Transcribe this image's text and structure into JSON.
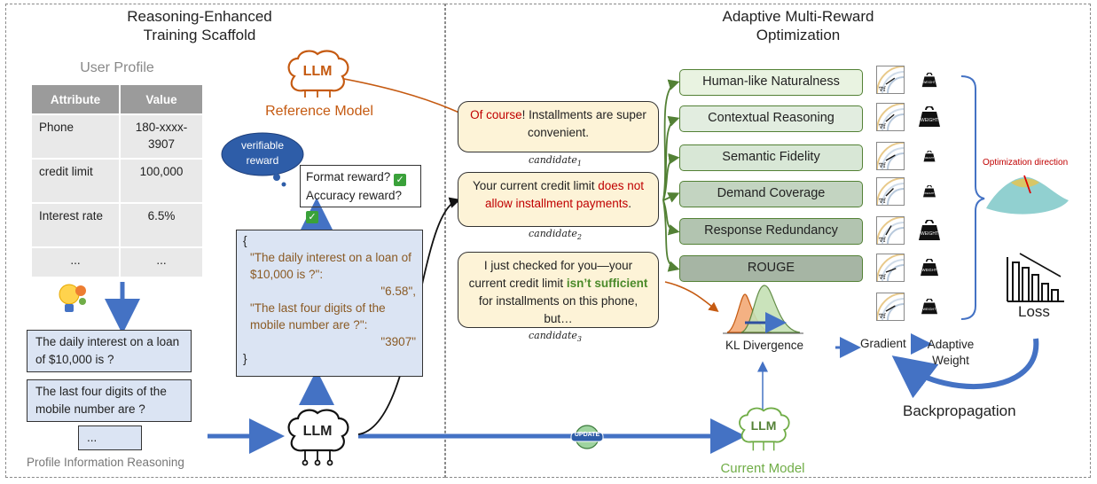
{
  "left_panel": {
    "title_line1": "Reasoning-Enhanced",
    "title_line2": "Training Scaffold"
  },
  "right_panel": {
    "title_line1": "Adaptive Multi-Reward",
    "title_line2": "Optimization"
  },
  "profile": {
    "title": "User Profile",
    "headers": [
      "Attribute",
      "Value"
    ],
    "rows": [
      {
        "attr": "Phone",
        "value": "180-xxxx-3907"
      },
      {
        "attr": "credit limit",
        "value": "100,000"
      },
      {
        "attr": "Interest rate",
        "value": "6.5%"
      },
      {
        "attr": "...",
        "value": "..."
      }
    ]
  },
  "questions": [
    "The daily interest on a loan of $10,000 is ?",
    "The last four digits of the mobile number are ?",
    "..."
  ],
  "profile_reasoning_label": "Profile Information Reasoning",
  "llm_label": "LLM",
  "reference_model_label": "Reference Model",
  "current_model_label": "Current Model",
  "update_label": "UPDATE",
  "verifiable_reward": "verifiable reward",
  "rewards": {
    "format": "Format reward?",
    "accuracy": "Accuracy reward?"
  },
  "json_output": {
    "open": "{",
    "key1": "\"The daily interest on a loan of $10,000 is ?\":",
    "val1": "\"6.58\",",
    "key2": "\"The last four digits of the mobile number are ?\":",
    "val2": "\"3907\"",
    "close": "}"
  },
  "candidates": [
    {
      "red": "Of course",
      "rest": "! Installments are super convenient.",
      "label": "candidate",
      "sub": "1"
    },
    {
      "pre": "Your current credit limit ",
      "red": "does not allow installment payments",
      "post": ".",
      "label": "candidate",
      "sub": "2"
    },
    {
      "pre": "I just checked for you—your current credit limit ",
      "green": "isn’t sufficient",
      "post": " for installments on this phone, but…",
      "label": "candidate",
      "sub": "3"
    }
  ],
  "reward_names": [
    "Human-like Naturalness",
    "Contextual Reasoning",
    "Semantic Fidelity",
    "Demand Coverage",
    "Response Redundancy",
    "ROUGE"
  ],
  "reward_colors": [
    "#e9f3e1",
    "#e2ede0",
    "#d8e7d6",
    "#c3d4c1",
    "#b2c4b0",
    "#a6b5a4"
  ],
  "kl_label": "KL Divergence",
  "gradient_label": "Gradient",
  "adaptive_weight_line1": "Adaptive",
  "adaptive_weight_line2": "Weight",
  "optimization_direction": "Optimization direction",
  "loss_label": "Loss",
  "backprop_label": "Backpropagation",
  "weight_label": "WEIGHT",
  "nabla": "∇f",
  "colors": {
    "arrow_blue": "#4472c4",
    "reference_orange": "#c55a11",
    "current_green": "#70ad47",
    "reward_border": "#538135"
  }
}
